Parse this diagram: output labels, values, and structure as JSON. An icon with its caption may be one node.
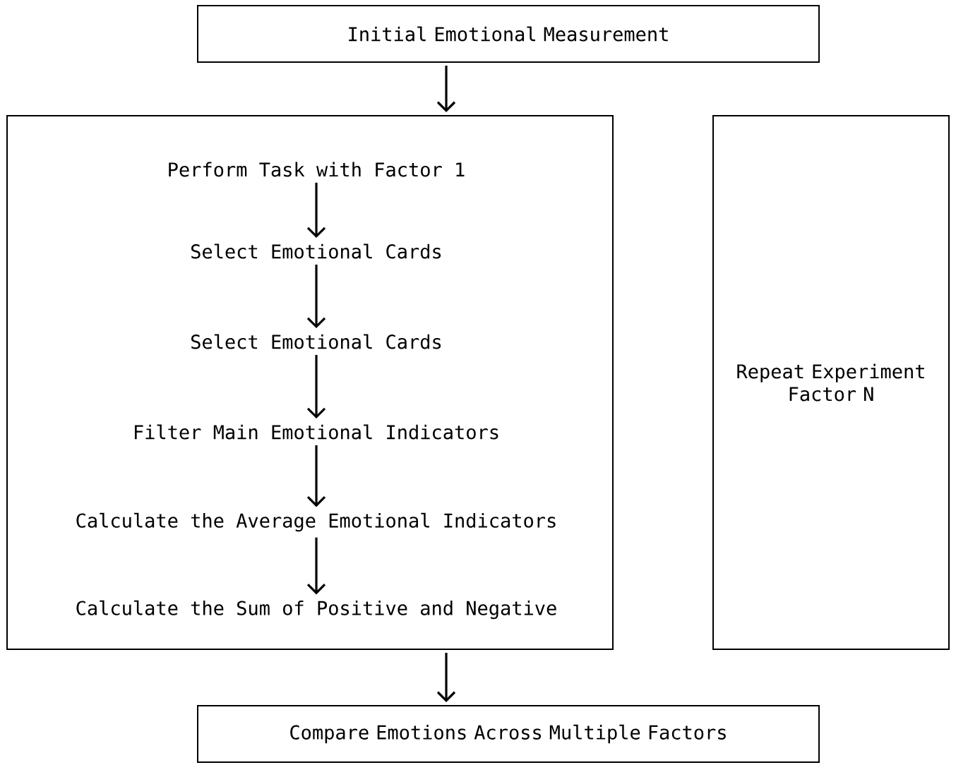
{
  "diagram": {
    "nodes": [
      {
        "text": [
          "Initial Emotional Measurement"
        ]
      },
      {
        "text": [],
        "shape": "box"
      },
      {
        "text": [
          "Perform Task with Factor 1"
        ],
        "in": 1
      },
      {
        "text": [
          "Select Emotional Cards"
        ],
        "in": 1
      },
      {
        "text": [
          "Select Emotional Cards"
        ],
        "in": 1
      },
      {
        "text": [
          "Filter Main Emotional Indicators"
        ],
        "in": 1
      },
      {
        "text": [
          "Calculate the Average Emotional Indicators"
        ],
        "in": 1
      },
      {
        "text": [
          "Calculate the Sum of Positive and Negative"
        ],
        "in": 1
      },
      {
        "text": [
          "Repeat Experiment Factor N"
        ]
      },
      {
        "text": [
          "Compare Emotions Across Multiple Factors"
        ]
      }
    ],
    "edges": [
      {
        "from": 0,
        "to": 1,
        "arrow": "to"
      },
      {
        "from": 2,
        "to": 3,
        "arrow": "to"
      },
      {
        "from": 3,
        "to": 4,
        "arrow": "to"
      },
      {
        "from": 4,
        "to": 5,
        "arrow": "to"
      },
      {
        "from": 5,
        "to": 6,
        "arrow": "to"
      },
      {
        "from": 6,
        "to": 7,
        "arrow": "to"
      },
      {
        "from": 1,
        "to": 9,
        "arrow": "to"
      }
    ]
  }
}
